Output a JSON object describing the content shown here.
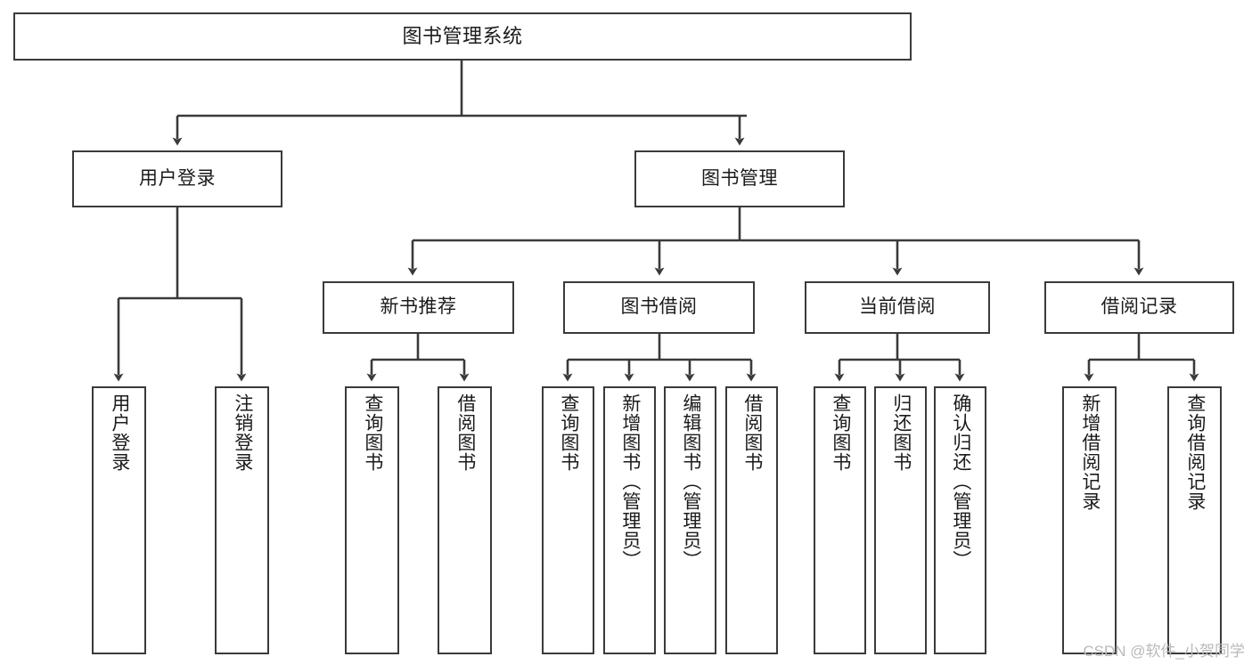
{
  "diagram": {
    "title": "图书管理系统",
    "type": "hierarchy-tree",
    "watermark": "CSDN @软件_小贺同学",
    "colors": {
      "box_border": "#3a3a3a",
      "box_fill": "#ffffff",
      "edge": "#3a3a3a",
      "text": "#1b1b1b",
      "watermark": "#b9b9b9",
      "background": "#ffffff"
    },
    "nodes": {
      "root": {
        "label": "图书管理系统",
        "level": 1
      },
      "level2": [
        {
          "id": "user-login",
          "label": "用户登录"
        },
        {
          "id": "book-manage",
          "label": "图书管理"
        }
      ],
      "level3": [
        {
          "id": "new-book-recommend",
          "label": "新书推荐",
          "parent": "book-manage"
        },
        {
          "id": "book-borrow",
          "label": "图书借阅",
          "parent": "book-manage"
        },
        {
          "id": "current-borrow",
          "label": "当前借阅",
          "parent": "book-manage"
        },
        {
          "id": "borrow-record",
          "label": "借阅记录",
          "parent": "book-manage"
        }
      ],
      "leaves": [
        {
          "id": "leaf-user-login",
          "label": "用户登录",
          "parent": "user-login"
        },
        {
          "id": "leaf-logout",
          "label": "注销登录",
          "parent": "user-login"
        },
        {
          "id": "leaf-query-book-1",
          "label": "查询图书",
          "parent": "new-book-recommend"
        },
        {
          "id": "leaf-borrow-book-1",
          "label": "借阅图书",
          "parent": "new-book-recommend"
        },
        {
          "id": "leaf-query-book-2",
          "label": "查询图书",
          "parent": "book-borrow"
        },
        {
          "id": "leaf-add-book",
          "label": "新增图书（管理员）",
          "parent": "book-borrow"
        },
        {
          "id": "leaf-edit-book",
          "label": "编辑图书（管理员）",
          "parent": "book-borrow"
        },
        {
          "id": "leaf-borrow-book-2",
          "label": "借阅图书",
          "parent": "book-borrow"
        },
        {
          "id": "leaf-query-book-3",
          "label": "查询图书",
          "parent": "current-borrow"
        },
        {
          "id": "leaf-return-book",
          "label": "归还图书",
          "parent": "current-borrow"
        },
        {
          "id": "leaf-confirm-return",
          "label": "确认归还（管理员）",
          "parent": "current-borrow"
        },
        {
          "id": "leaf-add-record",
          "label": "新增借阅记录",
          "parent": "borrow-record"
        },
        {
          "id": "leaf-query-record",
          "label": "查询借阅记录",
          "parent": "borrow-record"
        }
      ]
    }
  }
}
